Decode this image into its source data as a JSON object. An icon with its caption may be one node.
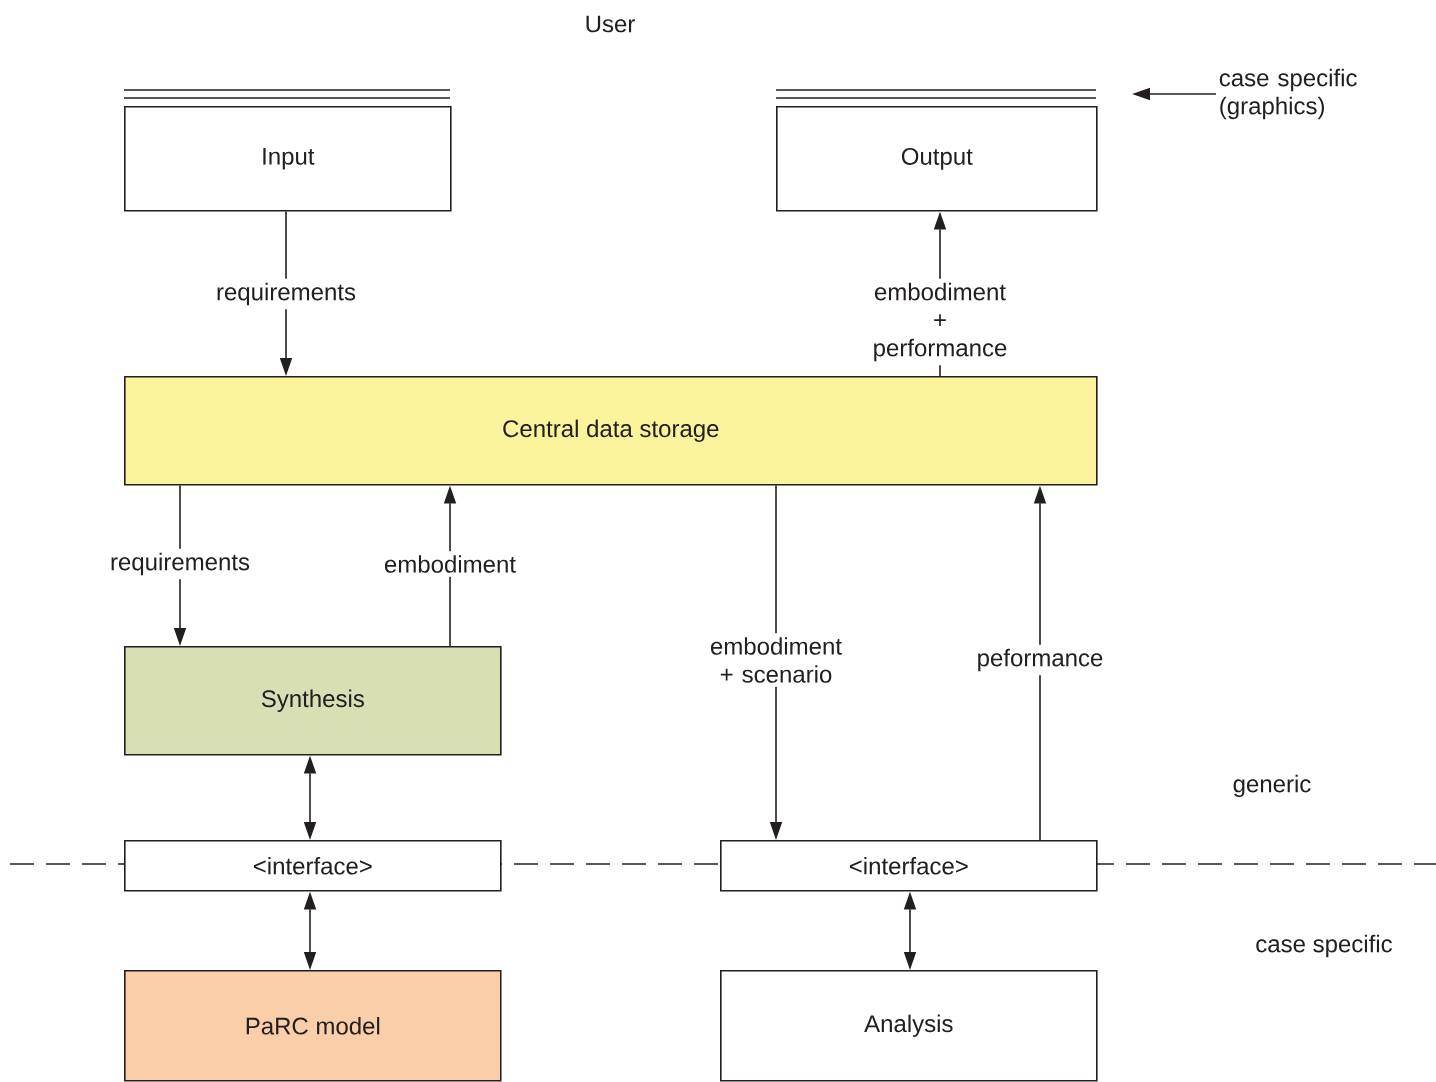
{
  "diagram": {
    "nodes": [
      {
        "text": [
          "Input"
        ]
      },
      {
        "text": [
          "Output"
        ]
      },
      {
        "text": [
          "Central data storage"
        ]
      },
      {
        "text": [
          "Synthesis"
        ]
      },
      {
        "text": [
          "<interface>"
        ]
      },
      {
        "text": [
          "<interface>"
        ]
      },
      {
        "text": [
          "PaRC model"
        ]
      },
      {
        "text": [
          "Analysis"
        ]
      },
      {
        "text": [
          "case specific (graphics)"
        ]
      }
    ],
    "edges": [
      {
        "from": 0,
        "to": 2,
        "arrow": "to",
        "label": "requirements"
      },
      {
        "from": 2,
        "to": 1,
        "arrow": "to",
        "label": "embodiment + performance"
      },
      {
        "from": 2,
        "to": 3,
        "arrow": "to",
        "label": "requirements"
      },
      {
        "from": 3,
        "to": 2,
        "arrow": "to",
        "label": "embodiment"
      },
      {
        "from": 2,
        "to": 5,
        "arrow": "to",
        "label": "embodiment + scenario"
      },
      {
        "from": 5,
        "to": 2,
        "arrow": "to",
        "label": "peformance"
      },
      {
        "from": 3,
        "to": 4,
        "arrow": "both"
      },
      {
        "from": 4,
        "to": 6,
        "arrow": "both"
      },
      {
        "from": 5,
        "to": 7,
        "arrow": "both"
      },
      {
        "from": 8,
        "to": null,
        "arrow": "to"
      }
    ],
    "labels": [
      "User",
      "generic",
      "case specific"
    ]
  }
}
